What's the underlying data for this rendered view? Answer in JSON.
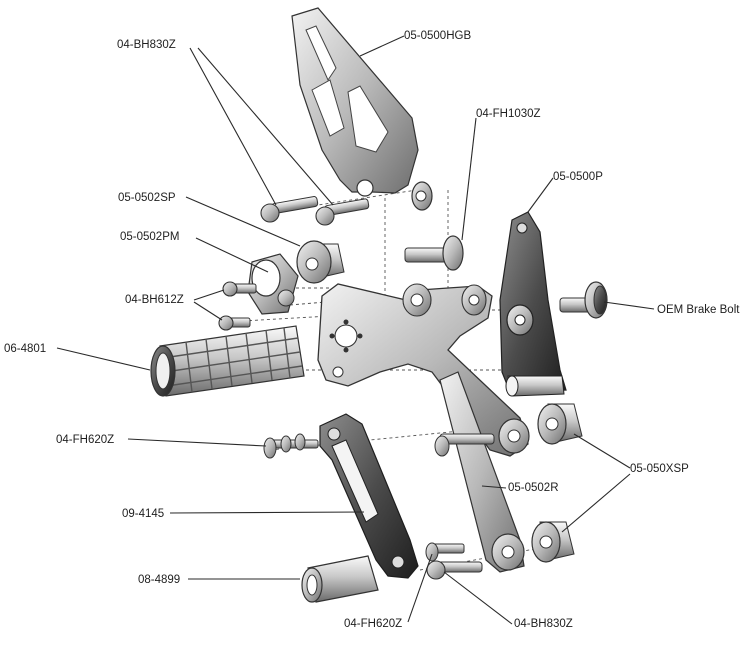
{
  "parts": {
    "bracket_upper": "05-0500HGB",
    "bolt_bh830z_top": "04-BH830Z",
    "bolt_fh1030z": "04-FH1030Z",
    "spacer_0502sp": "05-0502SP",
    "pivot_0502pm": "05-0502PM",
    "bolt_bh612z": "04-BH612Z",
    "lever_0500p": "05-0500P",
    "oem_bolt": "OEM Brake Bolt",
    "peg_4801": "06-4801",
    "bolt_fh620z_top": "04-FH620Z",
    "spacer_050xsp": "05-050XSP",
    "rod_0502r": "05-0502R",
    "link_4145": "09-4145",
    "sleeve_4899": "08-4899",
    "bolt_fh620z_bottom": "04-FH620Z",
    "bolt_bh830z_bottom": "04-BH830Z"
  }
}
